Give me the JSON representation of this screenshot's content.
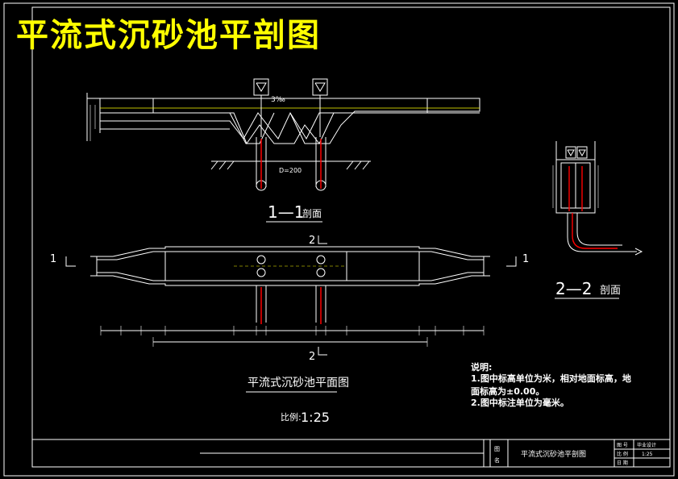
{
  "drawing": {
    "title": "平流式沉砂池平剖图",
    "section_1_1": {
      "number": "1—1",
      "suffix": "剖面"
    },
    "section_2_2": {
      "number": "2—2",
      "suffix": "剖面"
    },
    "pipe_label": "D=200",
    "slope_label": "3‰",
    "section_marker_1": "1",
    "section_marker_2": "2",
    "plan_title": "平流式沉砂池平面图",
    "scale_label": "比例:",
    "scale_value": "1:25",
    "notes": {
      "heading": "说明:",
      "line1": "1.图中标高单位为米，相对地面标高，地",
      "line2": "面标高为±0.00。",
      "line3": "2.图中标注单位为毫米。"
    },
    "title_block": {
      "label_col_top": "图",
      "label_col_bottom": "名",
      "drawing_name": "平流式沉砂池平剖图",
      "row1_label": "图 号",
      "row2_label": "比 例",
      "row3_label": "日 期",
      "row1_value": "毕业设计",
      "row2_value": "1:25"
    }
  },
  "colors": {
    "background": "#000000",
    "outline": "#ffffff",
    "title": "#ffff00",
    "pipe": "#ff0000",
    "water": "#ffff00"
  }
}
